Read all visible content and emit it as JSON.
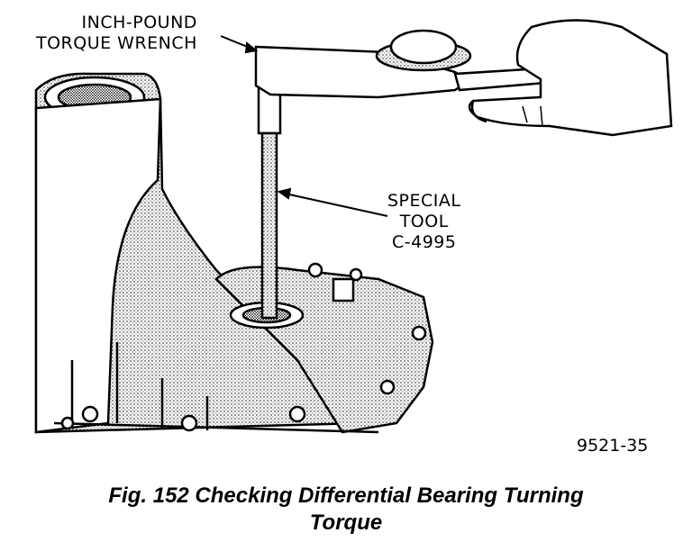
{
  "labels": {
    "torque_wrench": [
      "INCH-POUND",
      "TORQUE WRENCH"
    ],
    "special_tool": [
      "SPECIAL",
      "TOOL",
      "C-4995"
    ]
  },
  "figure_number": "9521-35",
  "caption": {
    "line1": "Fig. 152 Checking Differential Bearing Turning",
    "line2": "Torque"
  }
}
